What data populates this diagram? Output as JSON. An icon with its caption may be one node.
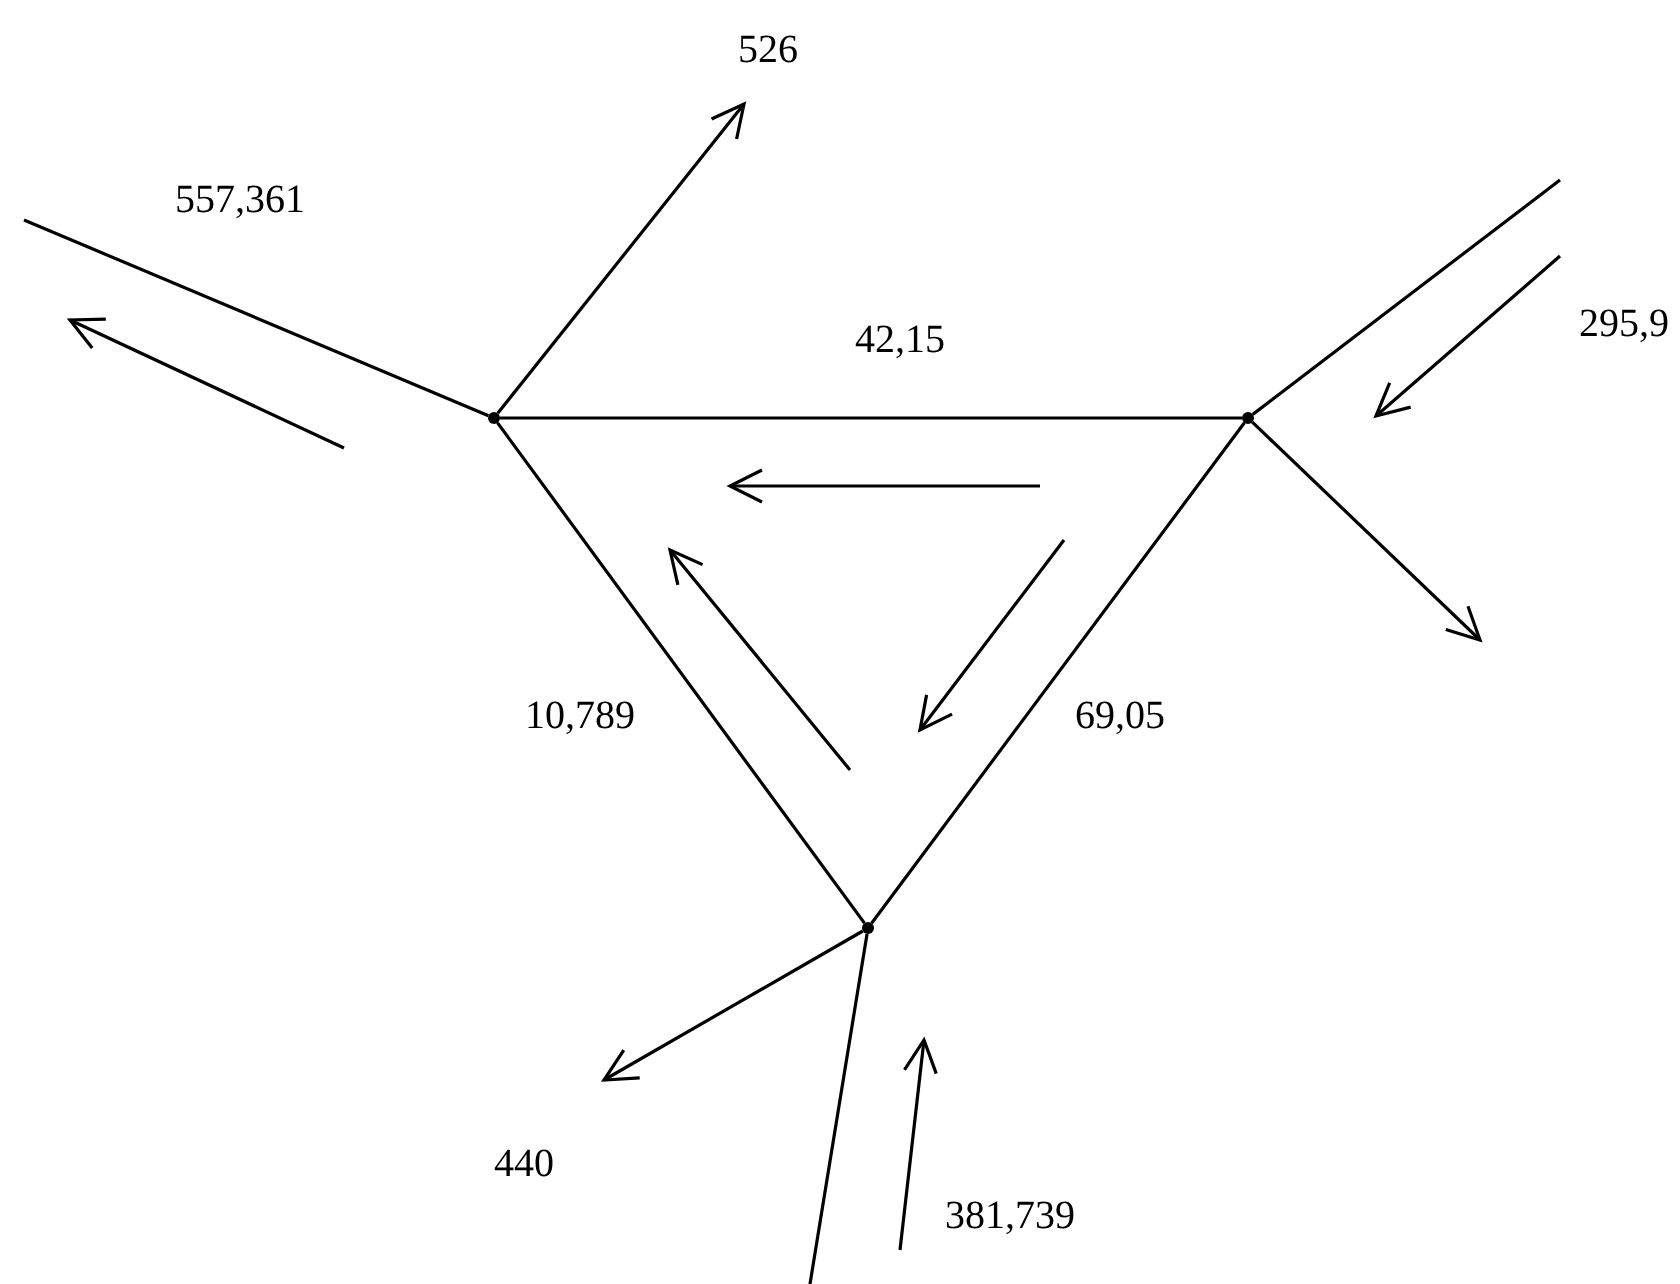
{
  "diagram": {
    "nodes": [
      {
        "text": [],
        "shape": "point"
      },
      {
        "text": [],
        "shape": "point"
      },
      {
        "text": [],
        "shape": "point"
      }
    ],
    "edges": [
      {
        "from": 0,
        "to": 1,
        "arrow": "none",
        "label": "42,15"
      },
      {
        "from": 1,
        "to": 2,
        "arrow": "none",
        "label": "69,05"
      },
      {
        "from": 2,
        "to": 0,
        "arrow": "none",
        "label": "10,789"
      },
      {
        "from": 0,
        "to": null,
        "arrow": "none",
        "label": "557,361"
      },
      {
        "from": 0,
        "to": null,
        "arrow": "to",
        "label": "526"
      },
      {
        "from": null,
        "to": 1,
        "arrow": "none",
        "label": "295,9"
      },
      {
        "from": 1,
        "to": null,
        "arrow": "to"
      },
      {
        "from": 2,
        "to": null,
        "arrow": "to",
        "label": "440"
      },
      {
        "from": null,
        "to": 2,
        "arrow": "none",
        "label": "381,739"
      }
    ]
  }
}
